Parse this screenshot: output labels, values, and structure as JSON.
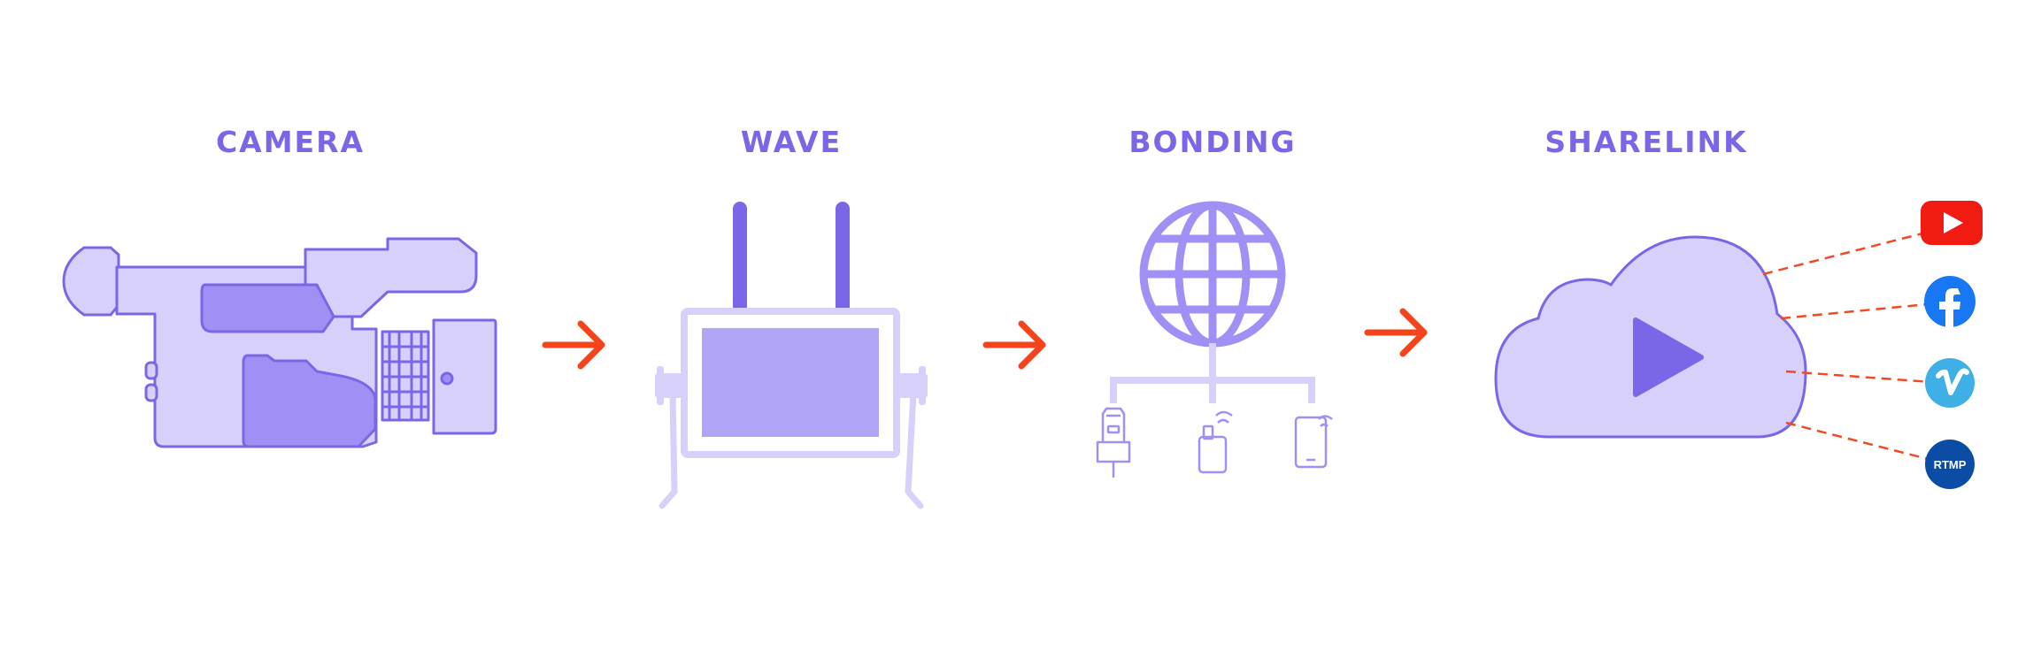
{
  "colors": {
    "title": "#7a67e8",
    "fill_light": "#d6d0fa",
    "fill_mid": "#a08ff5",
    "fill_dark": "#7a67e8",
    "outline": "#7a67e8",
    "arrow": "#f5431c",
    "dash": "#f04a24",
    "youtube": "#f21b12",
    "facebook": "#1877f2",
    "vimeo": "#3fb0e6",
    "rtmp": "#0b4ca5"
  },
  "stages": [
    {
      "title": "CAMERA"
    },
    {
      "title": "WAVE"
    },
    {
      "title": "BONDING"
    },
    {
      "title": "SHARELINK"
    }
  ],
  "destinations": [
    {
      "icon": "youtube-icon"
    },
    {
      "icon": "facebook-icon"
    },
    {
      "icon": "vimeo-icon"
    },
    {
      "icon": "rtmp-icon",
      "label": "RTMP"
    }
  ]
}
